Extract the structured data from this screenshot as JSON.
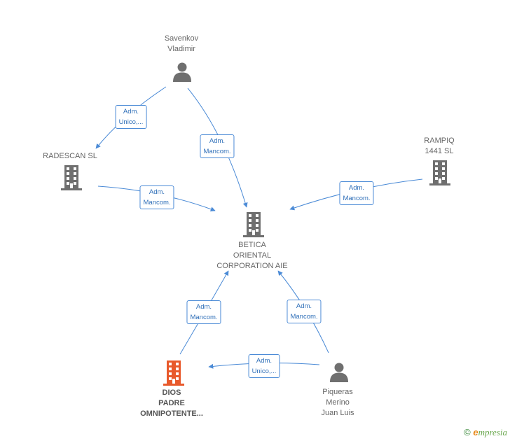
{
  "nodes": {
    "savenkov": {
      "label_lines": [
        "Savenkov",
        "Vladimir"
      ],
      "type": "person"
    },
    "radescan": {
      "label_lines": [
        "RADESCAN SL"
      ],
      "type": "company"
    },
    "rampiq": {
      "label_lines": [
        "RAMPIQ",
        "1441  SL"
      ],
      "type": "company"
    },
    "betica": {
      "label_lines": [
        "BETICA",
        "ORIENTAL",
        "CORPORATION AIE"
      ],
      "type": "company"
    },
    "dios": {
      "label_lines": [
        "DIOS",
        "PADRE",
        "OMNIPOTENTE..."
      ],
      "type": "company",
      "highlight": true
    },
    "piqueras": {
      "label_lines": [
        "Piqueras",
        "Merino",
        "Juan Luis"
      ],
      "type": "person"
    }
  },
  "edges": [
    {
      "from": "savenkov",
      "to": "radescan",
      "label_lines": [
        "Adm.",
        "Unico,..."
      ]
    },
    {
      "from": "savenkov",
      "to": "betica",
      "label_lines": [
        "Adm.",
        "Mancom."
      ]
    },
    {
      "from": "radescan",
      "to": "betica",
      "label_lines": [
        "Adm.",
        "Mancom."
      ]
    },
    {
      "from": "rampiq",
      "to": "betica",
      "label_lines": [
        "Adm.",
        "Mancom."
      ]
    },
    {
      "from": "dios",
      "to": "betica",
      "label_lines": [
        "Adm.",
        "Mancom."
      ]
    },
    {
      "from": "piqueras",
      "to": "betica",
      "label_lines": [
        "Adm.",
        "Mancom."
      ]
    },
    {
      "from": "piqueras",
      "to": "dios",
      "label_lines": [
        "Adm.",
        "Unico,..."
      ]
    }
  ],
  "colors": {
    "edge": "#4a8ad6",
    "icon": "#6f6f6f",
    "highlight": "#e8592b"
  },
  "footer": {
    "copyright_symbol": "©",
    "brand_initial": "e",
    "brand_rest": "mpresia"
  }
}
